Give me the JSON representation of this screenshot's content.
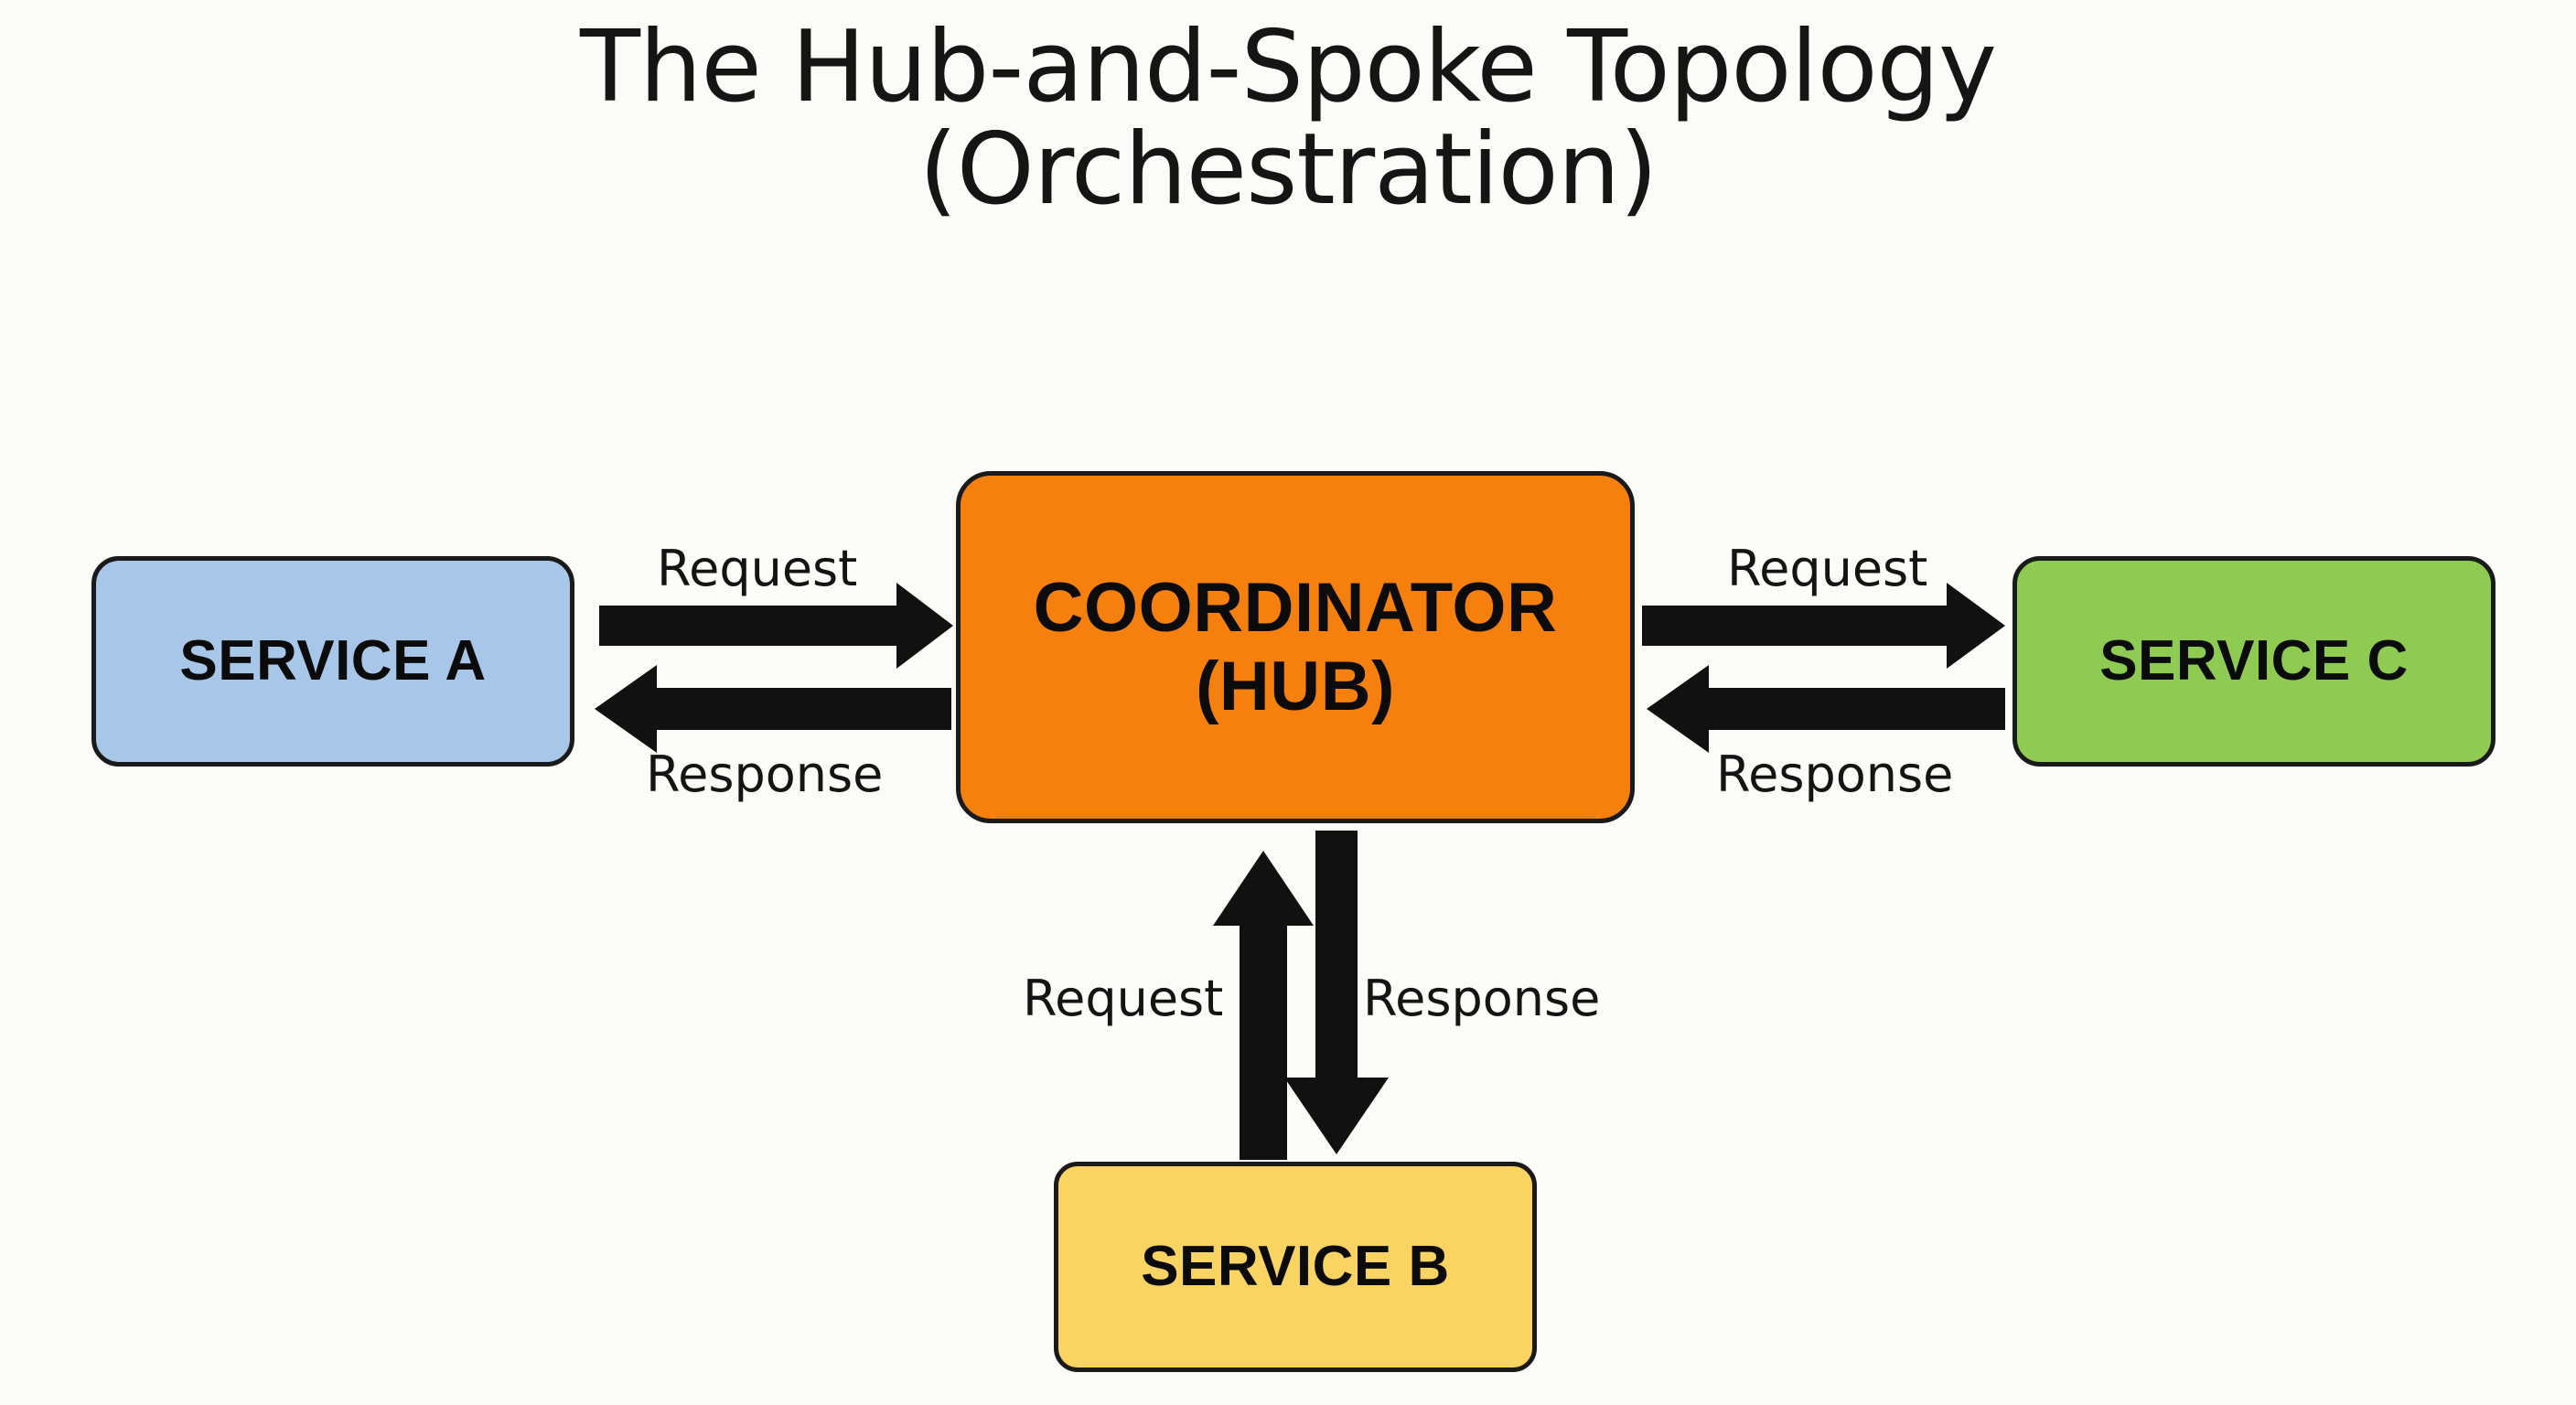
{
  "diagram": {
    "title": {
      "line1": "The Hub-and-Spoke Topology",
      "line2": "(Orchestration)"
    },
    "background_color": "#fbfbf7",
    "stroke_color": "#1a1a1a",
    "arrow_color": "#111111",
    "nodes": [
      {
        "id": "service-a",
        "label": "SERVICE A",
        "color": "#a8c7e8",
        "role": "spoke"
      },
      {
        "id": "coordinator",
        "label": "COORDINATOR\n(HUB)",
        "label_line1": "COORDINATOR",
        "label_line2": "(HUB)",
        "color": "#f6800e",
        "role": "hub"
      },
      {
        "id": "service-c",
        "label": "SERVICE C",
        "color": "#8fcb52",
        "role": "spoke"
      },
      {
        "id": "service-b",
        "label": "SERVICE B",
        "color": "#f9d462",
        "role": "spoke"
      }
    ],
    "edges": [
      {
        "id": "a-request",
        "label": "Request",
        "from": "service-a",
        "to": "coordinator",
        "direction": "right"
      },
      {
        "id": "a-response",
        "label": "Response",
        "from": "coordinator",
        "to": "service-a",
        "direction": "left"
      },
      {
        "id": "c-request",
        "label": "Request",
        "from": "coordinator",
        "to": "service-c",
        "direction": "right"
      },
      {
        "id": "c-response",
        "label": "Response",
        "from": "service-c",
        "to": "coordinator",
        "direction": "left"
      },
      {
        "id": "b-request",
        "label": "Request",
        "from": "service-b",
        "to": "coordinator",
        "direction": "up"
      },
      {
        "id": "b-response",
        "label": "Response",
        "from": "coordinator",
        "to": "service-b",
        "direction": "down"
      }
    ]
  }
}
